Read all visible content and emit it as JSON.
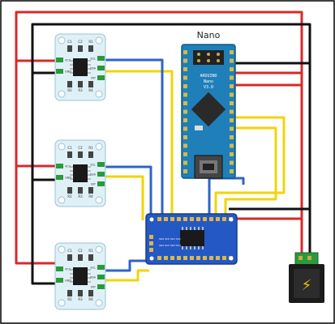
{
  "diagram": {
    "mcu_label": "Nano",
    "nano_silk_lines": [
      "ARDUINO",
      "Nano",
      "V3.0"
    ],
    "sensor_labels": {
      "top": [
        "C1",
        "C2",
        "R1"
      ],
      "bottom": [
        "R2",
        "R3",
        "R4"
      ],
      "left_pins": [
        "VCC",
        "GND"
      ],
      "right_pins": [
        "SCL",
        "SDA",
        "INT"
      ]
    },
    "mux_pin_labels": [
      "SD0",
      "SC0",
      "SD1",
      "SC1",
      "SD2",
      "SC2",
      "SD3",
      "SC3"
    ],
    "dc_jack_symbol": "⚡"
  },
  "colors": {
    "wire_red": "#d62a2a",
    "wire_black": "#111111",
    "wire_yellow": "#f2d40a",
    "wire_blue": "#2f63c8",
    "sensor_board": "#dff0f7",
    "nano_board": "#1f7fb8",
    "mux_board": "#2458c4",
    "jack_board": "#2a9a3a"
  }
}
